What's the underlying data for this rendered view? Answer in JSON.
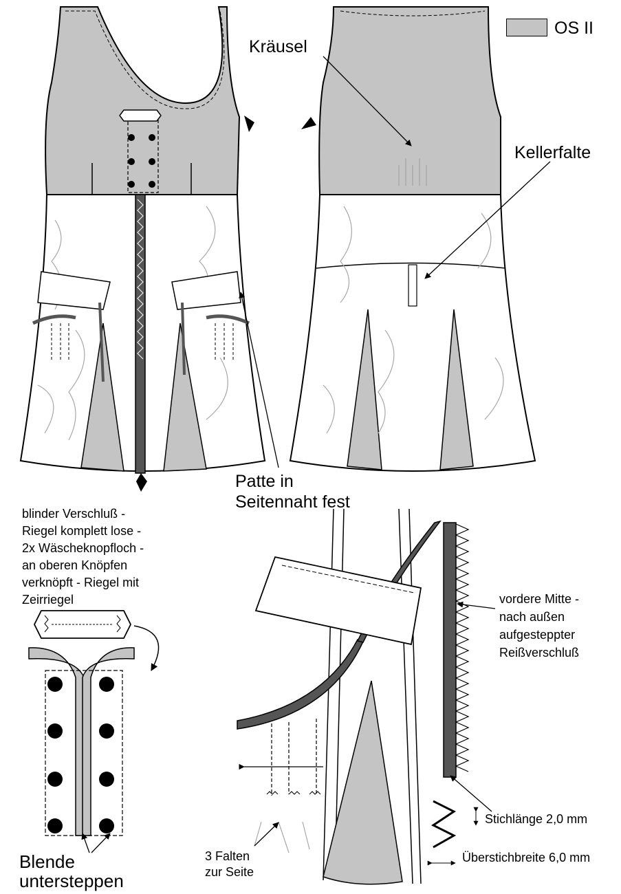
{
  "legend": {
    "label": "OS II",
    "fill": "#c4c4c4"
  },
  "labels": {
    "kraeusel": "Kräusel",
    "kellerfalte": "Kellerfalte",
    "patte_line1": "Patte in",
    "patte_line2": "Seitennaht fest",
    "closure_note": [
      "blinder Verschluß -",
      "Riegel komplett lose -",
      "2x Wäscheknopfloch -",
      "an oberen Knöpfen",
      "verknöpft - Riegel mit",
      "Zeirriegel"
    ],
    "blende_line1": "Blende",
    "blende_line2": "untersteppen",
    "zipper_note": [
      "vordere Mitte -",
      "nach außen",
      "aufgesteppter",
      "Reißverschluß"
    ],
    "stitch_length": "Stichlänge 2,0 mm",
    "overstitch_width": "Überstichbreite 6,0 mm",
    "pleats_line1": "3 Falten",
    "pleats_line2": "zur Seite"
  },
  "colors": {
    "fabric_grey": "#c4c4c4",
    "line": "#000000",
    "zipper_tape": "#555555",
    "texture": "#a8a8a8"
  }
}
